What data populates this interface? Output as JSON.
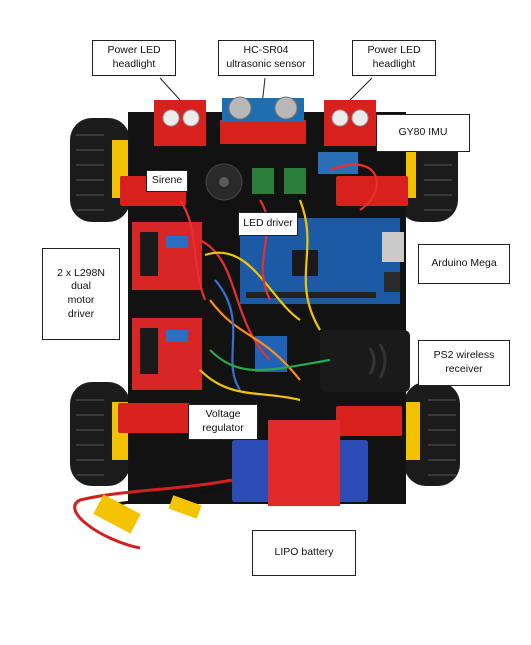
{
  "labels": {
    "power_led_left": "Power LED\nheadlight",
    "hc_sr04": "HC-SR04\nultrasonic sensor",
    "power_led_right": "Power LED\nheadlight",
    "gy80": "GY80 IMU",
    "sirene": "Sirene",
    "led_driver": "LED driver",
    "l298n": "2 x L298N\ndual\nmotor\ndriver",
    "arduino_mega": "Arduino Mega",
    "ps2": "PS2 wireless\nreceiver",
    "voltage_regulator": "Voltage\nregulator",
    "lipo": "LIPO battery"
  },
  "colors": {
    "chassis": "#121212",
    "mount_red": "#d8211c",
    "wheel_yellow": "#f2c200",
    "tire": "#1b1b1b",
    "arduino_blue": "#1c5aa6",
    "board_red": "#d82525",
    "pcb_green": "#2b7d3a",
    "battery_blue": "#2d4bb5",
    "wire_red": "#e53030",
    "wire_yellow": "#f4c400",
    "wire_orange": "#ff8c1a"
  }
}
